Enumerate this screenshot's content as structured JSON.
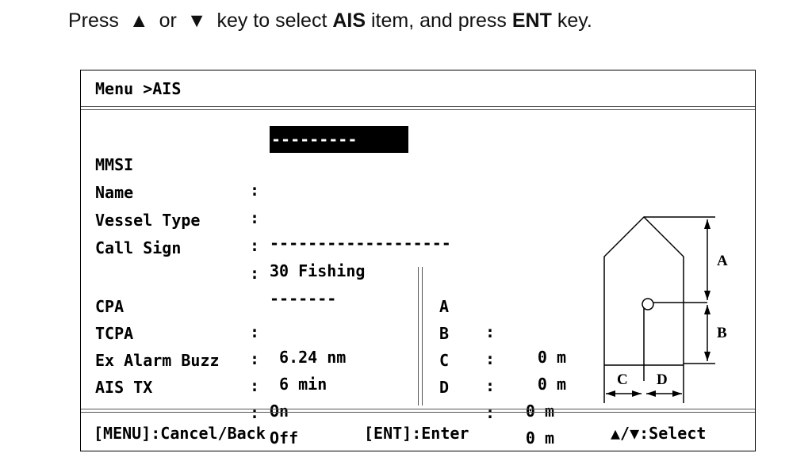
{
  "instruction": {
    "prefix": "Press",
    "up_arrow": "▲",
    "or": "or",
    "down_arrow": "▼",
    "text1": "key to select",
    "item": "AIS",
    "text2": "item, and press",
    "key": "ENT",
    "text3": "key."
  },
  "screen": {
    "title": "Menu >AIS",
    "fields": [
      {
        "label": "MMSI",
        "value": "---------"
      },
      {
        "label": "Name",
        "value": "-------------------"
      },
      {
        "label": "Vessel Type",
        "value": "30 Fishing"
      },
      {
        "label": "Call Sign",
        "value": "-------"
      },
      {
        "label": "CPA",
        "value": " 6.24 nm"
      },
      {
        "label": "TCPA",
        "value": " 6 min"
      },
      {
        "label": "Ex Alarm Buzz",
        "value": "On"
      },
      {
        "label": "AIS TX",
        "value": "Off"
      }
    ],
    "colon": ":",
    "dimensions": [
      {
        "label": "A",
        "value": "0 m"
      },
      {
        "label": "B",
        "value": "0 m"
      },
      {
        "label": "C",
        "value": "0 m"
      },
      {
        "label": "D",
        "value": "0 m"
      }
    ],
    "diagram_labels": {
      "a": "A",
      "b": "B",
      "c": "C",
      "d": "D"
    },
    "footer": {
      "menu": "[MENU]:Cancel/Back",
      "enter": "[ENT]:Enter",
      "select": "▲/▼:Select"
    }
  }
}
